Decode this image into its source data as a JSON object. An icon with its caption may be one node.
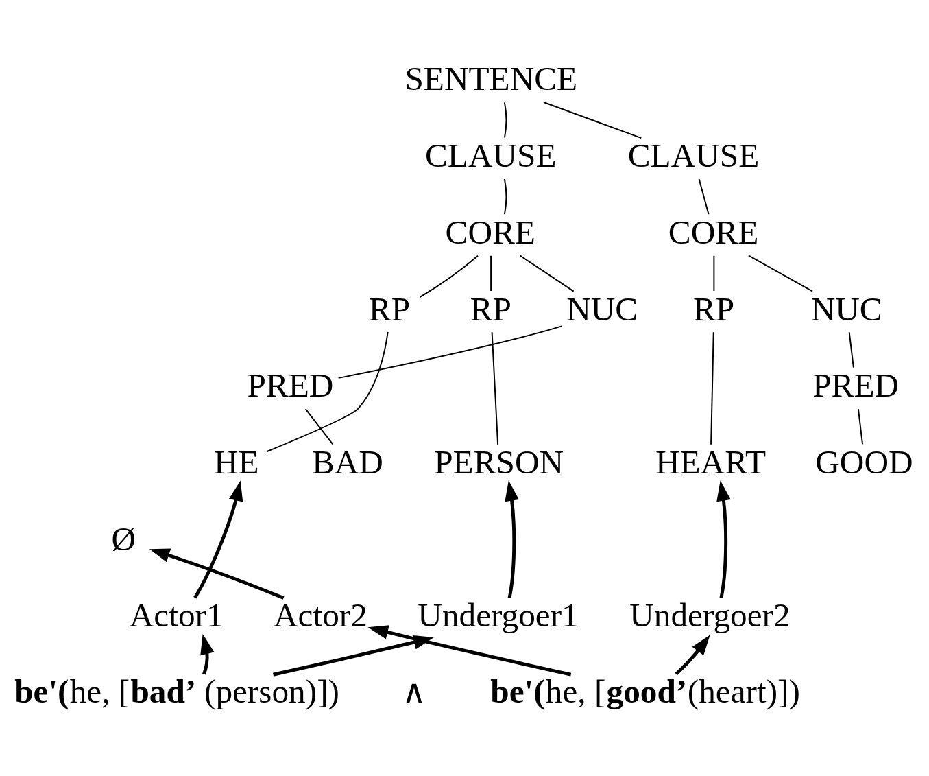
{
  "diagram": {
    "nodes": [
      {
        "text": [
          "SENTENCE"
        ]
      },
      {
        "text": [
          "CLAUSE"
        ]
      },
      {
        "text": [
          "CLAUSE"
        ]
      },
      {
        "text": [
          "CORE"
        ]
      },
      {
        "text": [
          "CORE"
        ]
      },
      {
        "text": [
          "RP"
        ]
      },
      {
        "text": [
          "RP"
        ]
      },
      {
        "text": [
          "NUC"
        ]
      },
      {
        "text": [
          "RP"
        ]
      },
      {
        "text": [
          "NUC"
        ]
      },
      {
        "text": [
          "PRED"
        ]
      },
      {
        "text": [
          "PRED"
        ]
      },
      {
        "text": [
          "HE"
        ]
      },
      {
        "text": [
          "PERSON"
        ]
      },
      {
        "text": [
          "BAD"
        ]
      },
      {
        "text": [
          "HEART"
        ]
      },
      {
        "text": [
          "GOOD"
        ]
      },
      {
        "text": [
          "Ø"
        ]
      },
      {
        "text": [
          "Actor1"
        ]
      },
      {
        "text": [
          "Undergoer1"
        ]
      },
      {
        "text": [
          "Actor2"
        ]
      },
      {
        "text": [
          "Undergoer2"
        ]
      },
      {
        "text": [
          "**be'(**he, [**bad’** (person)])"
        ]
      },
      {
        "text": [
          "**be'(**he, [**good’**(heart)])"
        ]
      }
    ],
    "edges": [
      {
        "from": 0,
        "to": 1,
        "arrow": "none"
      },
      {
        "from": 0,
        "to": 2,
        "arrow": "none"
      },
      {
        "from": 1,
        "to": 3,
        "arrow": "none"
      },
      {
        "from": 2,
        "to": 4,
        "arrow": "none"
      },
      {
        "from": 3,
        "to": 5,
        "arrow": "none"
      },
      {
        "from": 3,
        "to": 6,
        "arrow": "none"
      },
      {
        "from": 3,
        "to": 7,
        "arrow": "none"
      },
      {
        "from": 4,
        "to": 8,
        "arrow": "none"
      },
      {
        "from": 4,
        "to": 9,
        "arrow": "none"
      },
      {
        "from": 7,
        "to": 10,
        "arrow": "none"
      },
      {
        "from": 9,
        "to": 11,
        "arrow": "none"
      },
      {
        "from": 5,
        "to": 12,
        "arrow": "none"
      },
      {
        "from": 6,
        "to": 13,
        "arrow": "none"
      },
      {
        "from": 10,
        "to": 14,
        "arrow": "none"
      },
      {
        "from": 8,
        "to": 15,
        "arrow": "none"
      },
      {
        "from": 11,
        "to": 16,
        "arrow": "none"
      },
      {
        "from": 18,
        "to": 12,
        "arrow": "to",
        "style": "thick"
      },
      {
        "from": 19,
        "to": 13,
        "arrow": "to",
        "style": "thick"
      },
      {
        "from": 20,
        "to": 17,
        "arrow": "to",
        "style": "thick"
      },
      {
        "from": 21,
        "to": 15,
        "arrow": "to",
        "style": "thick"
      },
      {
        "from": 22,
        "to": 18,
        "arrow": "to",
        "style": "thick"
      },
      {
        "from": 22,
        "to": 19,
        "arrow": "to",
        "style": "thick"
      },
      {
        "from": 23,
        "to": 20,
        "arrow": "to",
        "style": "thick"
      },
      {
        "from": 23,
        "to": 21,
        "arrow": "to",
        "style": "thick"
      }
    ],
    "labels": [
      "∧"
    ]
  }
}
